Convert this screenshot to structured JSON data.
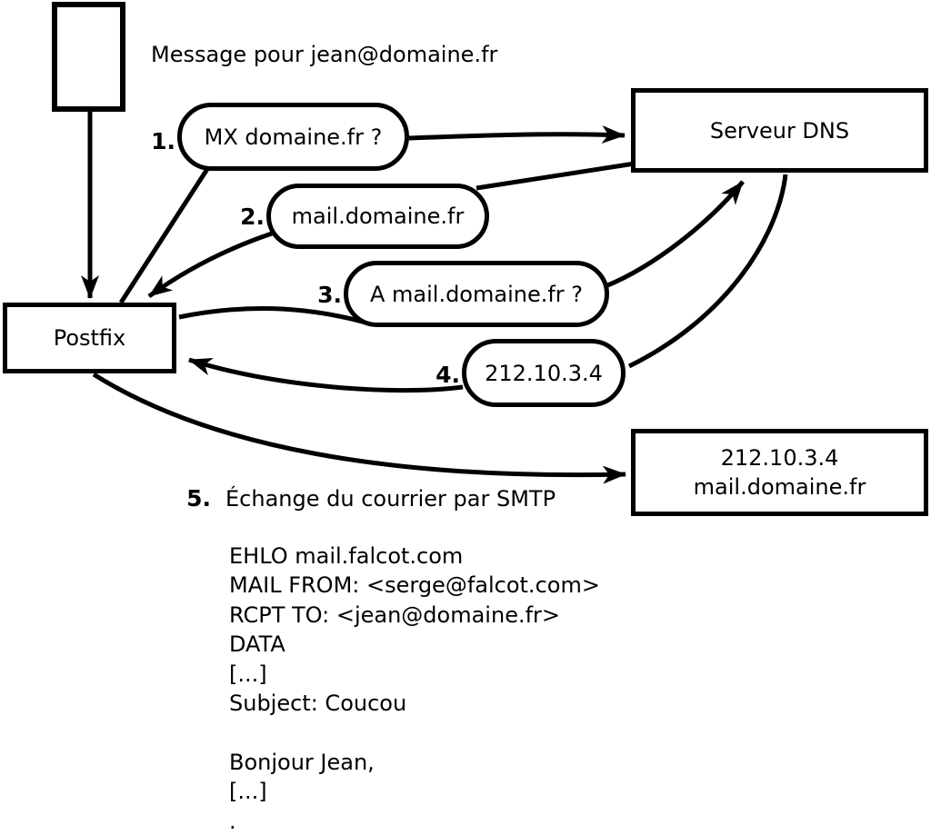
{
  "annotations": {
    "message_label": "Message pour jean@domaine.fr"
  },
  "nodes": {
    "postfix": {
      "label": "Postfix"
    },
    "dns_server": {
      "label": "Serveur DNS"
    },
    "mail_server": {
      "line1": "212.10.3.4",
      "line2": "mail.domaine.fr"
    }
  },
  "steps": [
    {
      "num": "1.",
      "label": "MX domaine.fr ?"
    },
    {
      "num": "2.",
      "label": "mail.domaine.fr"
    },
    {
      "num": "3.",
      "label": "A mail.domaine.fr ?"
    },
    {
      "num": "4.",
      "label": "212.10.3.4"
    },
    {
      "num": "5.",
      "label": "Échange du courrier par SMTP"
    }
  ],
  "smtp_session": {
    "lines": [
      "EHLO mail.falcot.com",
      "MAIL FROM: <serge@falcot.com>",
      "RCPT TO: <jean@domaine.fr>",
      "DATA",
      "[...]",
      "Subject: Coucou",
      "",
      "Bonjour Jean,",
      "[...]",
      "."
    ]
  },
  "colors": {
    "stroke": "#000000",
    "background": "#ffffff"
  }
}
